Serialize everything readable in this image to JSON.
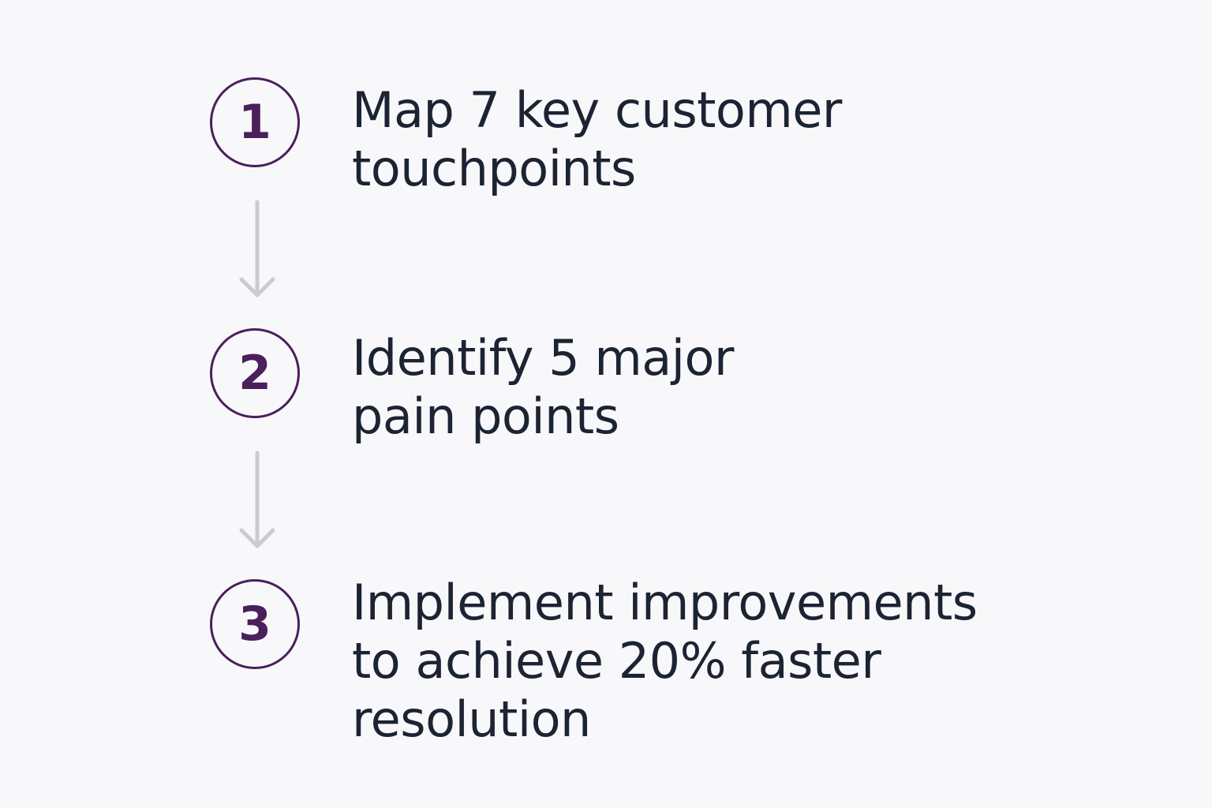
{
  "steps": [
    {
      "number": "1",
      "text": "Map 7 key customer\ntouchpoints"
    },
    {
      "number": "2",
      "text": "Identify 5 major\npain points"
    },
    {
      "number": "3",
      "text": "Implement improvements\nto achieve 20% faster\nresolution"
    }
  ],
  "colors": {
    "background": "#f8f8fa",
    "accent": "#4a1f5c",
    "text": "#1c2333",
    "connector": "#c9ccd1"
  }
}
